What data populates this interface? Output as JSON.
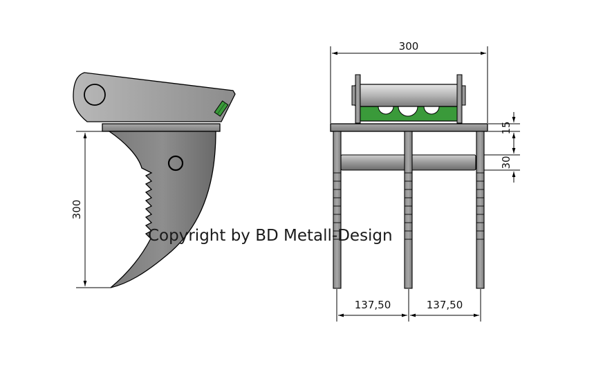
{
  "drawing": {
    "colors": {
      "steel_light": "#b4b4b4",
      "steel_dark": "#6f6f6f",
      "pipe_light": "#d2d2d2",
      "bracket_green": "#3a9a3a",
      "outline": "#000000",
      "background": "#ffffff"
    },
    "side_view": {
      "height_dim": "300"
    },
    "front_view": {
      "width_dim": "300",
      "plate_thickness_dim": "15",
      "tube_diameter_dim": "30",
      "spacing_left_dim": "137,50",
      "spacing_right_dim": "137,50"
    },
    "watermark": "Copyright by BD Metall-Design"
  }
}
